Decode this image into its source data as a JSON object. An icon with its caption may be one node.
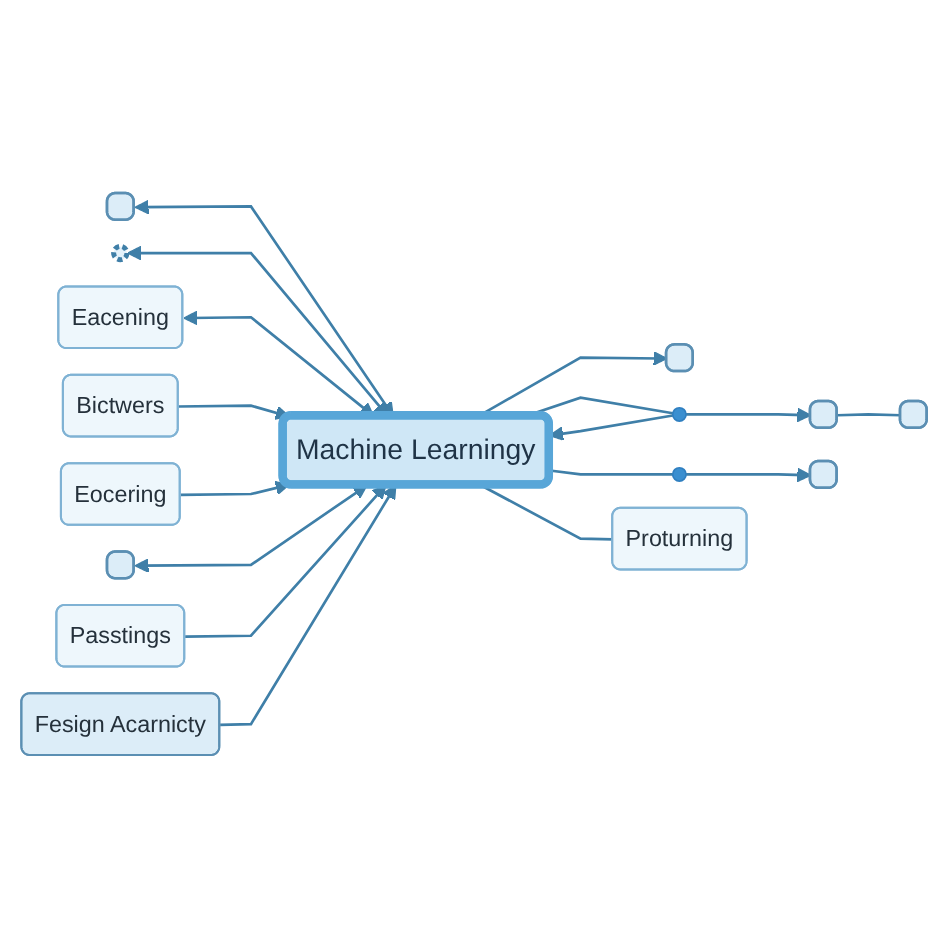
{
  "diagram": {
    "nodes": [
      {
        "text": [],
        "shape": "box"
      },
      {
        "text": [],
        "shape": "circle"
      },
      {
        "text": [],
        "shape": "box"
      },
      {
        "text": [
          "Eacening"
        ]
      },
      {
        "text": [
          "Machine Learningy"
        ]
      },
      {
        "text": [
          "Bictwers"
        ]
      },
      {
        "text": [],
        "shape": "circle"
      },
      {
        "text": [],
        "shape": "box"
      },
      {
        "text": [],
        "shape": "box"
      },
      {
        "text": [],
        "shape": "circle"
      },
      {
        "text": [],
        "shape": "box"
      },
      {
        "text": [
          "Eocering"
        ]
      },
      {
        "text": [
          "Fesign Acarnicty"
        ]
      },
      {
        "text": [],
        "shape": "box"
      },
      {
        "text": [
          "Proturning"
        ]
      },
      {
        "text": [
          "Passtings"
        ]
      }
    ],
    "edges": [
      {
        "from": 0,
        "to": 4,
        "arrow": "both"
      },
      {
        "from": 1,
        "to": 4,
        "arrow": "both"
      },
      {
        "from": 3,
        "to": 4,
        "arrow": "both"
      },
      {
        "from": 5,
        "to": 4,
        "arrow": "to"
      },
      {
        "from": 11,
        "to": 4,
        "arrow": "to"
      },
      {
        "from": 4,
        "to": 14,
        "arrow": "none"
      },
      {
        "from": 13,
        "to": 4,
        "arrow": "both"
      },
      {
        "from": 15,
        "to": 4,
        "arrow": "to"
      },
      {
        "from": 12,
        "to": 4,
        "arrow": "to"
      },
      {
        "from": 4,
        "to": 2,
        "arrow": "to"
      },
      {
        "from": 4,
        "to": 6,
        "arrow": "none"
      },
      {
        "from": 6,
        "to": 4,
        "arrow": "to"
      },
      {
        "from": 6,
        "to": 7,
        "arrow": "to"
      },
      {
        "from": 7,
        "to": 8,
        "arrow": "none"
      },
      {
        "from": 4,
        "to": 9,
        "arrow": "none"
      },
      {
        "from": 9,
        "to": 10,
        "arrow": "to"
      }
    ]
  }
}
